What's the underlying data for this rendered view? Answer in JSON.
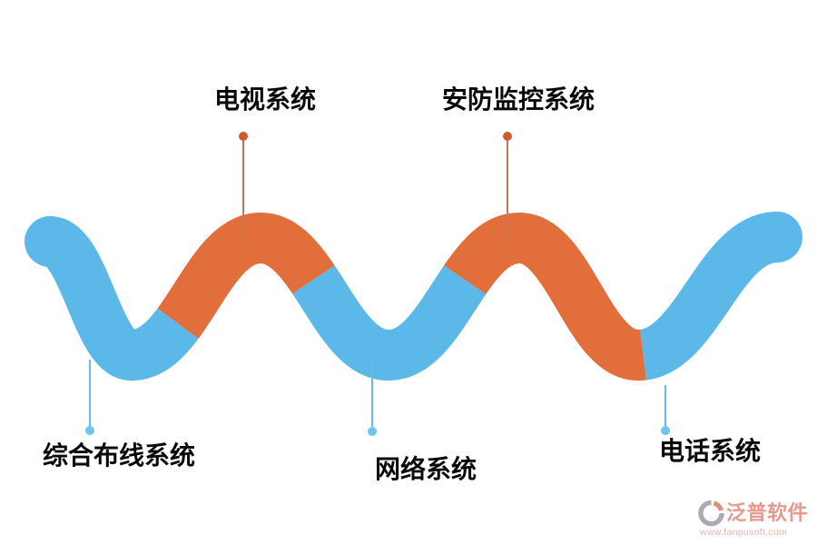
{
  "page": {
    "background": "#ffffff"
  },
  "diagram": {
    "type": "snake-timeline",
    "ribbon": {
      "blue": "#5BB8E8",
      "orange": "#E26E3B",
      "thickness": 56
    },
    "pointers": {
      "orange_line": "#C67753",
      "orange_dot": "#CD5B2E",
      "blue_line": "#66BCE9",
      "blue_dot": "#6FC4EF"
    },
    "items": [
      {
        "label": "电视系统",
        "side": "top",
        "color": "orange"
      },
      {
        "label": "安防监控系统",
        "side": "top",
        "color": "orange"
      },
      {
        "label": "综合布线系统",
        "side": "bottom",
        "color": "blue"
      },
      {
        "label": "网络系统",
        "side": "bottom",
        "color": "blue"
      },
      {
        "label": "电话系统",
        "side": "bottom",
        "color": "blue"
      }
    ]
  },
  "watermark": {
    "brand": "泛普软件",
    "url": "www.fanpusoft.com",
    "brand_color": "#E5998E",
    "url_color": "#EFB0A4",
    "logo_gray": "#ACA9B3",
    "logo_salmon": "#DF9280"
  }
}
